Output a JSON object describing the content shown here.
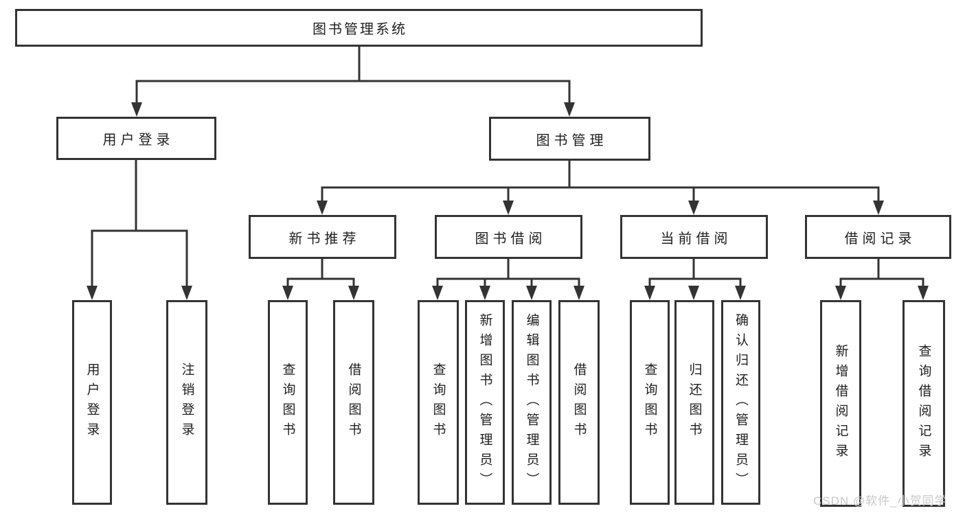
{
  "colors": {
    "line": "#333333",
    "text": "#1f1f1f",
    "watermark": "#c8c8c8",
    "background": "#ffffff"
  },
  "chart": {
    "root": {
      "label": "图书管理系统"
    },
    "branches": [
      {
        "label": "用户登录",
        "children": [
          {
            "label": "用户登录"
          },
          {
            "label": "注销登录"
          }
        ]
      },
      {
        "label": "图书管理",
        "children": [
          {
            "label": "新书推荐",
            "children": [
              {
                "label": "查询图书"
              },
              {
                "label": "借阅图书"
              }
            ]
          },
          {
            "label": "图书借阅",
            "children": [
              {
                "label": "查询图书"
              },
              {
                "label": "新增图书（管理员）"
              },
              {
                "label": "编辑图书（管理员）"
              },
              {
                "label": "借阅图书"
              }
            ]
          },
          {
            "label": "当前借阅",
            "children": [
              {
                "label": "查询图书"
              },
              {
                "label": "归还图书"
              },
              {
                "label": "确认归还（管理员）"
              }
            ]
          },
          {
            "label": "借阅记录",
            "children": [
              {
                "label": "新增借阅记录"
              },
              {
                "label": "查询借阅记录"
              }
            ]
          }
        ]
      }
    ]
  },
  "watermark": {
    "text": "CSDN @软件_小贺同学"
  }
}
